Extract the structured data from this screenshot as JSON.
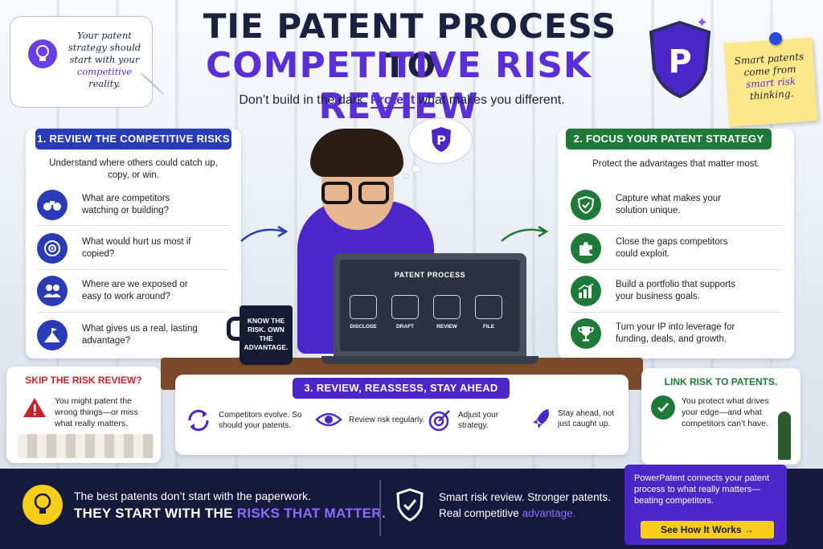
{
  "header": {
    "title_line1": "TIE PATENT PROCESS TO",
    "title_line2": "COMPETITIVE RISK REVIEW",
    "subtitle_pre": "Don’t build in the dark.",
    "subtitle_highlight": "Protect",
    "subtitle_post": "what makes you different."
  },
  "speech_bubble": {
    "line1": "Your patent strategy should start with your",
    "accent": "competitive",
    "line2": "reality."
  },
  "sticky_note": {
    "line1": "Smart patents come from",
    "accent": "smart risk",
    "line2": "thinking."
  },
  "section1": {
    "tab": "1. REVIEW THE COMPETITIVE RISKS",
    "intro": "Understand where others could catch up, copy, or win.",
    "items": [
      {
        "icon": "binoculars-icon",
        "text": "What are competitors watching or building?"
      },
      {
        "icon": "target-icon",
        "text": "What would hurt us most if copied?"
      },
      {
        "icon": "people-icon",
        "text": "Where are we exposed or easy to work around?"
      },
      {
        "icon": "summit-flag-icon",
        "text": "What gives us a real, lasting advantage?"
      }
    ]
  },
  "section2": {
    "tab": "2. FOCUS YOUR PATENT STRATEGY",
    "intro": "Protect the advantages that matter most.",
    "items": [
      {
        "icon": "shield-check-icon",
        "text": "Capture what makes your solution unique."
      },
      {
        "icon": "puzzle-icon",
        "text": "Close the gaps competitors could exploit."
      },
      {
        "icon": "growth-chart-icon",
        "text": "Build a portfolio that supports your business goals."
      },
      {
        "icon": "trophy-icon",
        "text": "Turn your IP into leverage for funding, deals, and growth."
      }
    ]
  },
  "section3": {
    "tab": "3. REVIEW, REASSESS, STAY AHEAD",
    "items": [
      {
        "icon": "refresh-icon",
        "text": "Competitors evolve. So should your patents."
      },
      {
        "icon": "eye-icon",
        "text": "Review risk regularly."
      },
      {
        "icon": "target-arrow-icon",
        "text": "Adjust your strategy."
      },
      {
        "icon": "rocket-icon",
        "text": "Stay ahead, not just caught up."
      }
    ]
  },
  "skip_box": {
    "title": "SKIP THE RISK REVIEW?",
    "text": "You might patent the wrong things—or miss what really matters."
  },
  "link_box": {
    "title": "LINK RISK TO PATENTS.",
    "text": "You protect what drives your edge—and what competitors can’t have."
  },
  "laptop": {
    "title": "PATENT PROCESS",
    "steps": [
      "DISCLOSE",
      "DRAFT",
      "REVIEW",
      "FILE"
    ]
  },
  "mug": {
    "text": "KNOW THE RISK. OWN THE ADVANTAGE."
  },
  "bottom": {
    "left_line1": "The best patents don’t start with the paperwork.",
    "left_line2_pre": "THEY START WITH THE",
    "left_line2_accent": "RISKS THAT MATTER.",
    "mid_line1": "Smart risk review. Stronger patents.",
    "mid_line2_pre": "Real competitive",
    "mid_line2_accent": "advantage."
  },
  "cta": {
    "text": "PowerPatent connects your patent process to what really matters—beating competitors.",
    "button": "See How It Works →"
  },
  "colors": {
    "purple": "#5a2fd6",
    "navy": "#1b2140",
    "section1_blue": "#2a3bb8",
    "section2_green": "#1f7a3a",
    "section3_purple": "#4b26c9",
    "skip_red": "#c8242b",
    "link_green": "#1f7a3a",
    "cta_yellow": "#f6cd1b"
  }
}
